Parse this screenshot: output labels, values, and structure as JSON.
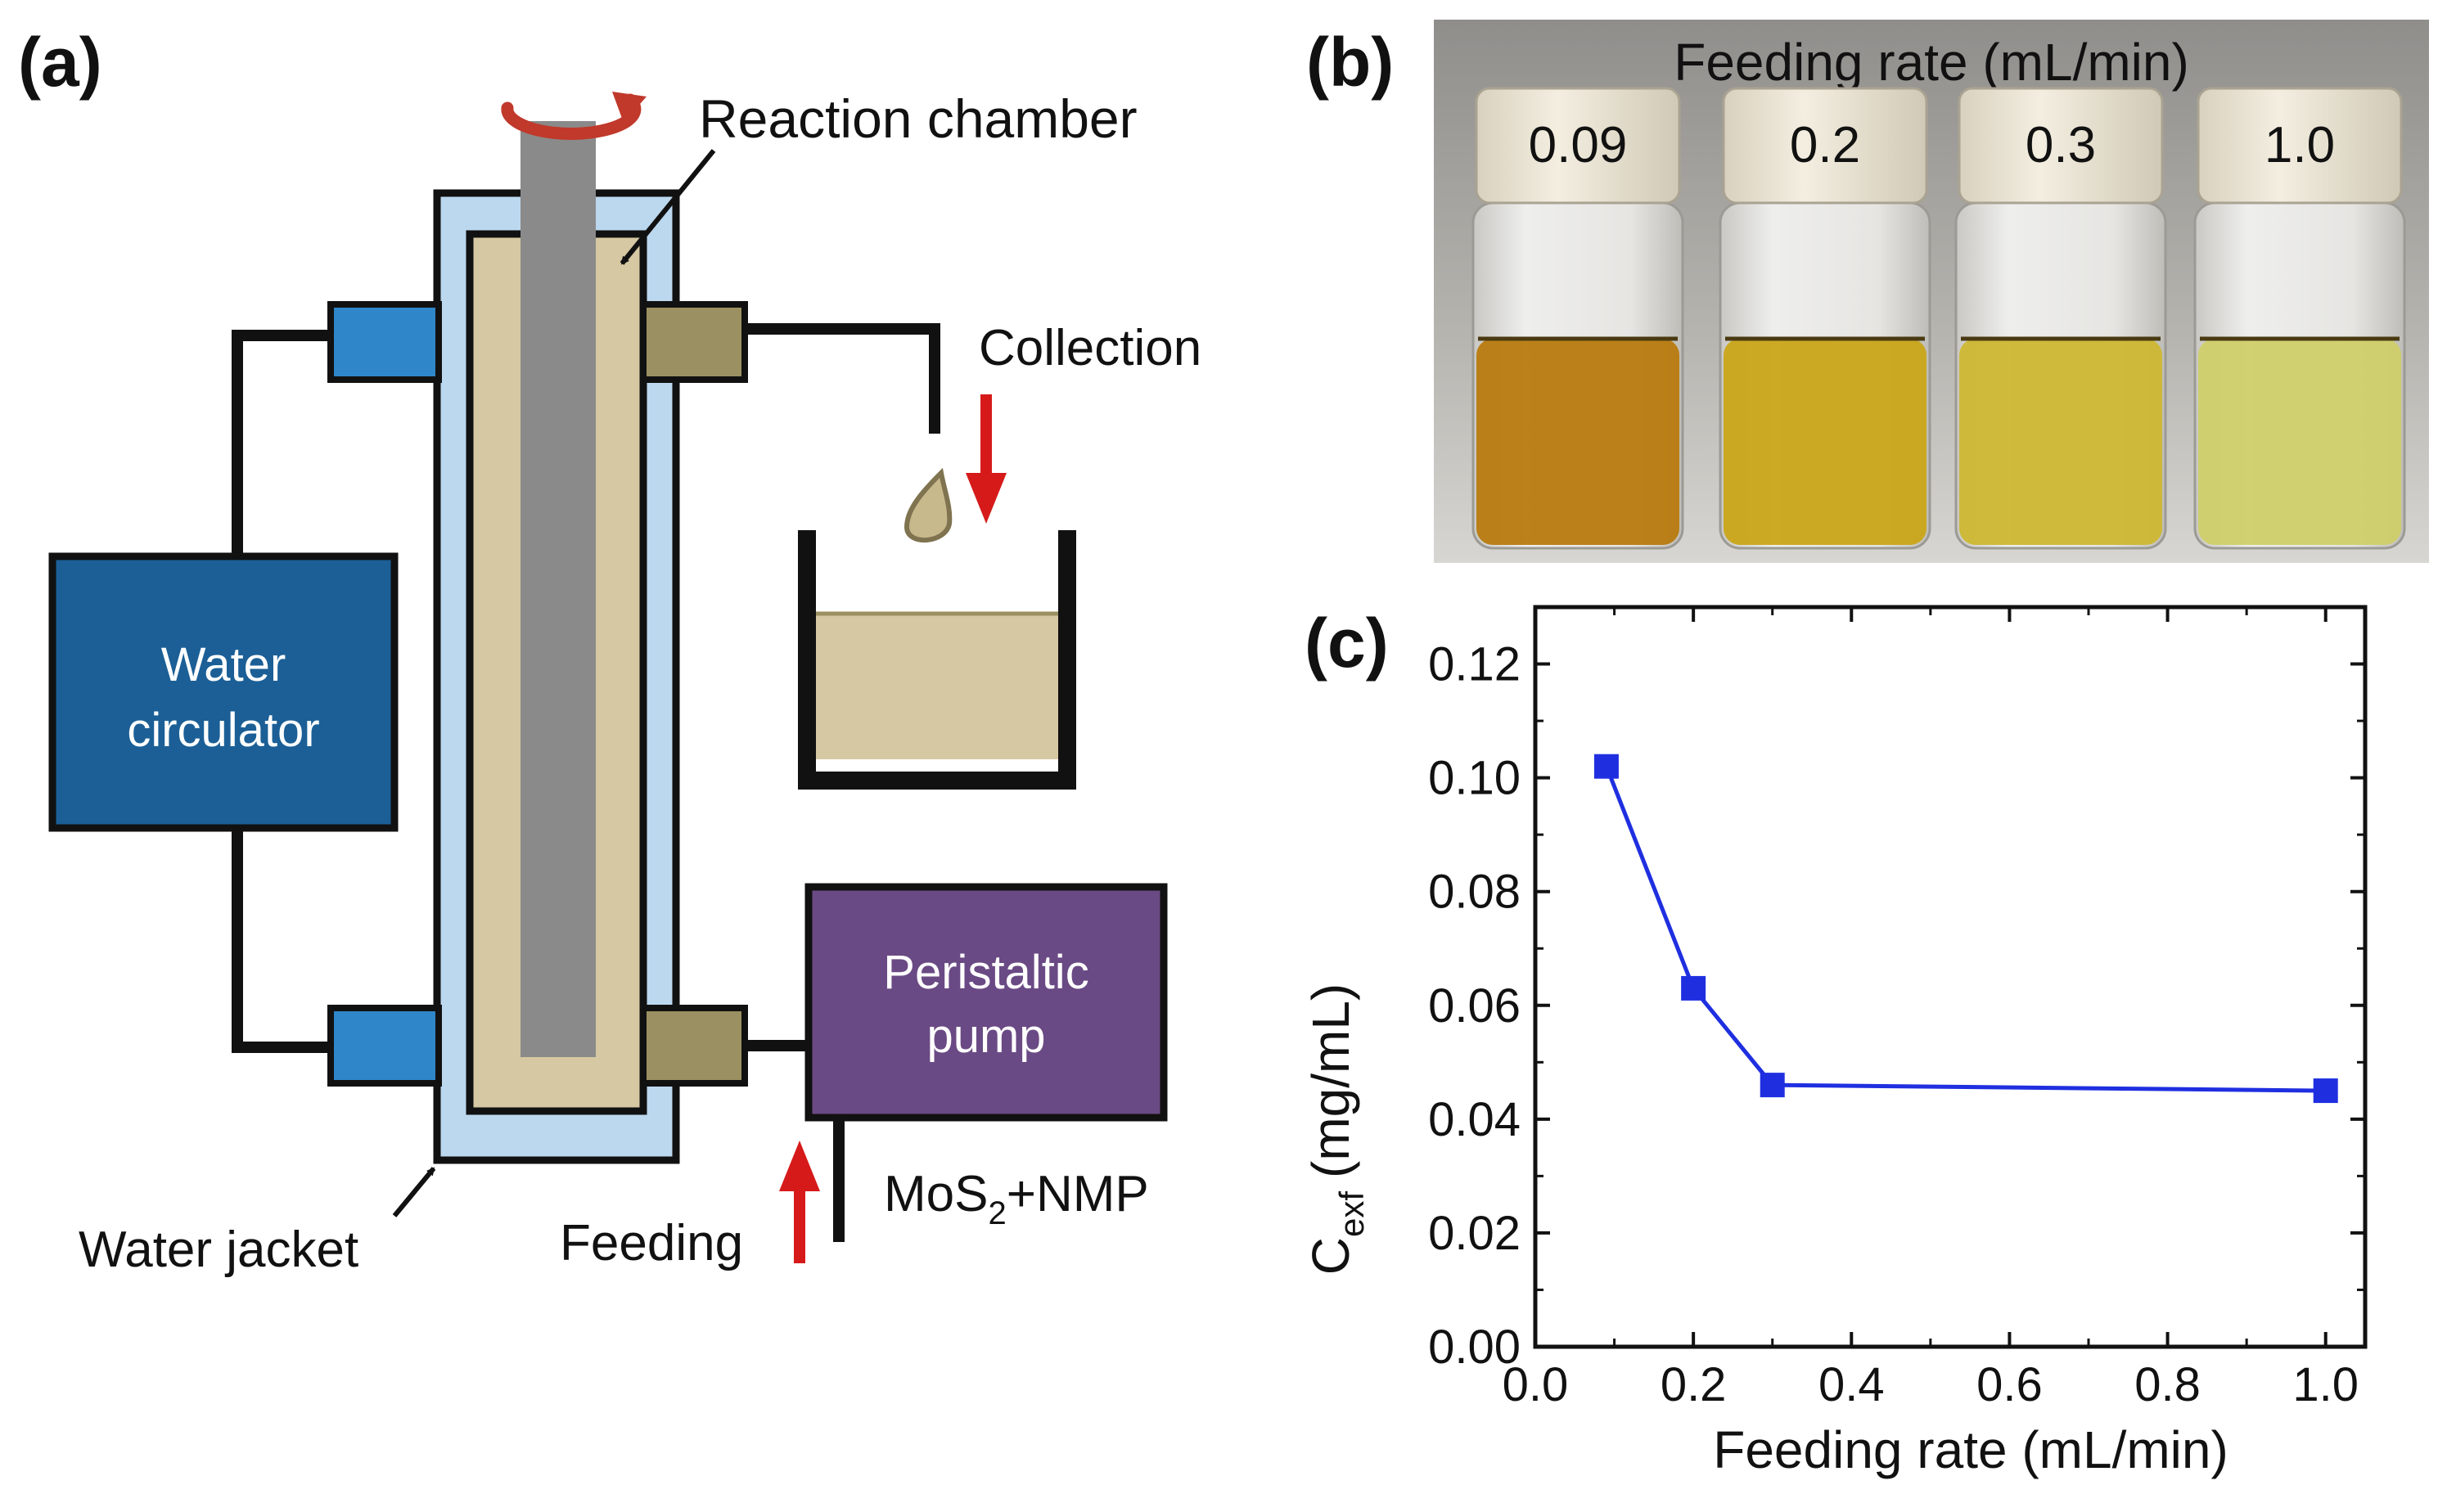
{
  "panel_a": {
    "label": "(a)",
    "reaction_chamber": "Reaction chamber",
    "collection": "Collection",
    "water_circulator_line1": "Water",
    "water_circulator_line2": "circulator",
    "peristaltic_pump_line1": "Peristaltic",
    "peristaltic_pump_line2": "pump",
    "water_jacket": "Water jacket",
    "feeding": "Feeding",
    "feed_mos": "MoS",
    "feed_sub": "2",
    "feed_rest": "+NMP",
    "colors": {
      "circulator": "#1b5f96",
      "pump": "#6a4a84",
      "jacket": "#bcd8ef",
      "chamber_fill": "#d6c8a2",
      "rotor": "#8a8a8a",
      "port_blue": "#2f86c9",
      "port_olive": "#9b9061",
      "arrow_red": "#d61a1a",
      "rotation_red": "#c0392b"
    }
  },
  "panel_b": {
    "label": "(b)",
    "title": "Feeding rate (mL/min)",
    "vials": [
      {
        "cap": "0.09",
        "liquid": "#b87a0e"
      },
      {
        "cap": "0.2",
        "liquid": "#c9a518"
      },
      {
        "cap": "0.3",
        "liquid": "#cdb733"
      },
      {
        "cap": "1.0",
        "liquid": "#cfcf6a"
      }
    ]
  },
  "panel_c": {
    "label": "(c)",
    "ylabel_main": "C",
    "ylabel_sub": "exf",
    "ylabel_unit": "(mg/mL)"
  },
  "chart_data": {
    "type": "line",
    "xlabel": "Feeding rate (mL/min)",
    "ylabel": "C_exf (mg/mL)",
    "xlim": [
      0.0,
      1.05
    ],
    "ylim": [
      0.0,
      0.13
    ],
    "xticks": [
      "0.0",
      "0.2",
      "0.4",
      "0.6",
      "0.8",
      "1.0"
    ],
    "yticks": [
      "0.00",
      "0.02",
      "0.04",
      "0.06",
      "0.08",
      "0.10",
      "0.12"
    ],
    "series": [
      {
        "x": [
          0.09,
          0.2,
          0.3,
          1.0
        ],
        "y": [
          0.102,
          0.063,
          0.046,
          0.045
        ],
        "color": "#1f2fe0",
        "marker": "square"
      }
    ],
    "grid": false
  }
}
